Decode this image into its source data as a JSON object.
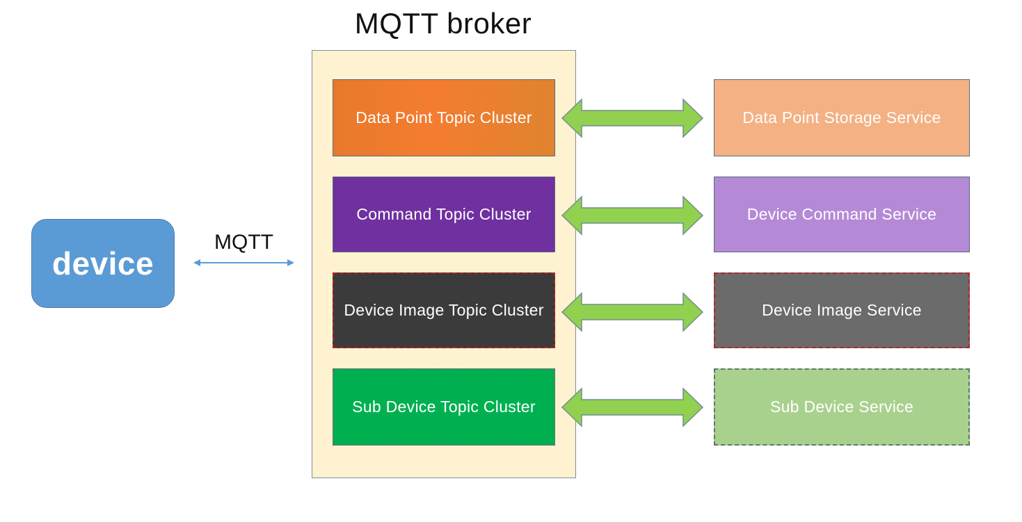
{
  "diagram": {
    "title": "MQTT broker",
    "device": {
      "label": "device",
      "color": "#5b9bd5"
    },
    "link_label": "MQTT",
    "clusters": [
      {
        "label": "Data Point Topic Cluster",
        "color": "#ed7d31",
        "border": "solid"
      },
      {
        "label": "Command Topic Cluster",
        "color": "#7030a0",
        "border": "solid"
      },
      {
        "label": "Device Image Topic Cluster",
        "color": "#3b3b3b",
        "border": "dashed-red"
      },
      {
        "label": "Sub Device Topic Cluster",
        "color": "#00b050",
        "border": "dashed-grey"
      }
    ],
    "services": [
      {
        "label": "Data Point Storage Service",
        "color": "#f4b183",
        "border": "solid"
      },
      {
        "label": "Device Command Service",
        "color": "#b48ad6",
        "border": "solid"
      },
      {
        "label": "Device Image Service",
        "color": "#6b6b6b",
        "border": "dashed-red"
      },
      {
        "label": "Sub Device Service",
        "color": "#a9d18e",
        "border": "dashed-grey"
      }
    ],
    "colors": {
      "broker_fill": "#fff2d0",
      "link_arrow": "#5b9bd5",
      "cluster_arrow_fill": "#92d050",
      "cluster_arrow_stroke": "#6f8e8f"
    }
  }
}
